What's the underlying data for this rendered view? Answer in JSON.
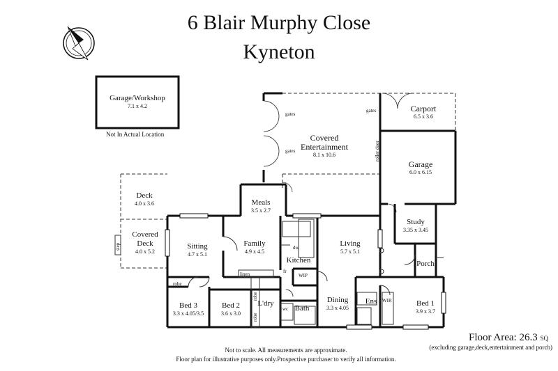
{
  "title": {
    "line1": "6 Blair Murphy Close",
    "line2": "Kyneton"
  },
  "rooms": {
    "garage_workshop": {
      "name": "Garage/Workshop",
      "dim": "7.1 x 4.2"
    },
    "not_in_location": "Not In Actual Location",
    "carport": {
      "name": "Carport",
      "dim": "6.5 x 3.6"
    },
    "covered_ent": {
      "name1": "Covered",
      "name2": "Entertainment",
      "dim": "8.1 x 10.6"
    },
    "garage": {
      "name": "Garage",
      "dim": "6.0 x 6.15"
    },
    "deck": {
      "name": "Deck",
      "dim": "4.0 x 3.6"
    },
    "covered_deck": {
      "name1": "Covered",
      "name2": "Deck",
      "dim": "4.0 x 5.2"
    },
    "meals": {
      "name": "Meals",
      "dim": "3.5 x 2.7"
    },
    "sitting": {
      "name": "Sitting",
      "dim": "4.7 x 5.1"
    },
    "family": {
      "name": "Family",
      "dim": "4.9 x 4.5"
    },
    "living": {
      "name": "Living",
      "dim": "5.7 x 5.1"
    },
    "study": {
      "name": "Study",
      "dim": "3.35 x 3.45"
    },
    "porch": {
      "name": "Porch"
    },
    "kitchen": {
      "name": "Kitchen"
    },
    "bed1": {
      "name": "Bed 1",
      "dim": "3.9 x 3.7"
    },
    "bed2": {
      "name": "Bed 2",
      "dim": "3.6 x 3.0"
    },
    "bed3": {
      "name": "Bed 3",
      "dim": "3.3 x 4.05/3.5"
    },
    "dining": {
      "name": "Dining",
      "dim": "3.3 x 4.05"
    },
    "ldry": {
      "name": "L'dry"
    },
    "bath": {
      "name": "Bath"
    },
    "ens": {
      "name": "Ens"
    },
    "wir": {
      "name": "WIR"
    },
    "wip": {
      "name": "WIP"
    },
    "wc": {
      "name": "wc"
    }
  },
  "small_labels": {
    "gates": "gates",
    "roller_door": "roller door",
    "robe": "robe",
    "linen": "linen",
    "step": "step",
    "dw": "dw",
    "fridge": "fr"
  },
  "floor_area": {
    "label": "Floor Area: 26.3",
    "unit": "SQ",
    "note": "(excluding garage,deck,entertainment and porch)"
  },
  "footer": {
    "line1": "Not to scale. All measurements are approximate.",
    "line2": "Floor plan for illustrative purposes only.Prospective purchaser to verify all information."
  }
}
